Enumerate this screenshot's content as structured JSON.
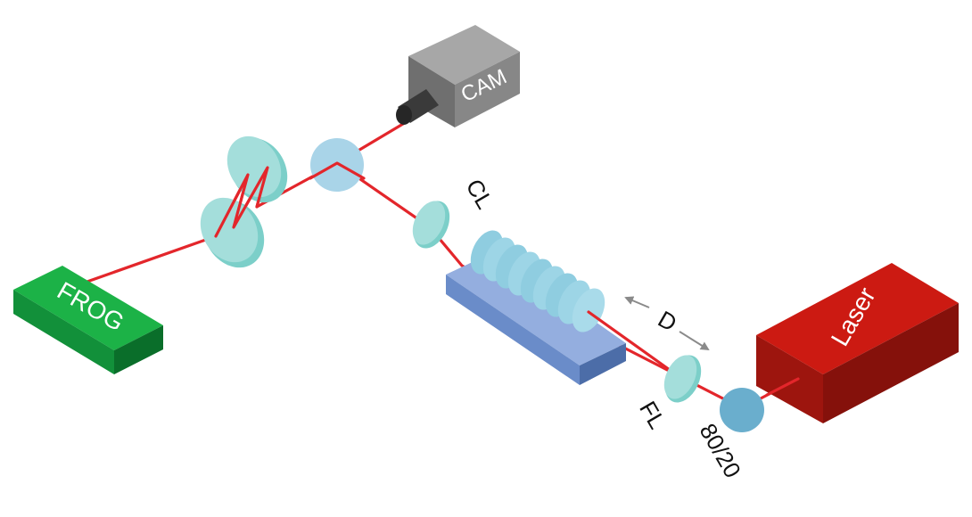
{
  "labels": {
    "camera": "CAM",
    "frog": "FROG",
    "laser": "Laser",
    "cylindrical_lens": "CL",
    "focusing_lens": "FL",
    "distance": "D",
    "beam_splitter": "80/20"
  },
  "colors": {
    "beam": "#e3262b",
    "optic": "#9ddad8",
    "splitter_cube": "#a9d4e8",
    "splitter_8020": "#6aaecd",
    "frog_box": "#1cb247",
    "laser_box": "#cc1a12",
    "camera_box": "#8b8b8b",
    "stage": "#7e9cd2",
    "arrow": "#8a8a8a"
  }
}
